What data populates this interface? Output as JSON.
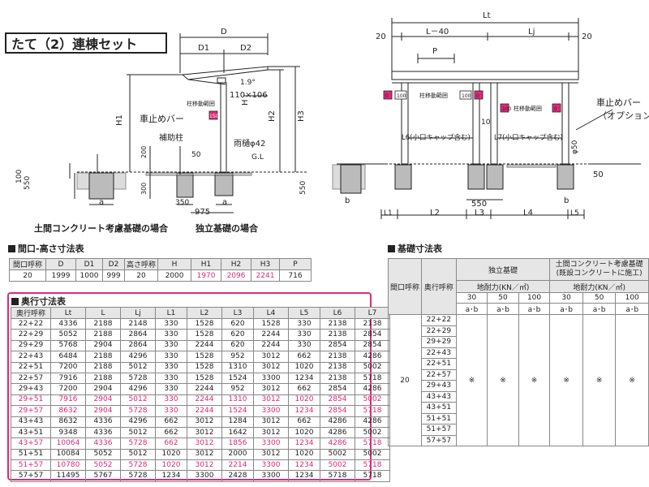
{
  "title": "たて（2）連棟セット",
  "captions": {
    "earth_floor": "土間コンクリート考慮基礎の場合",
    "independent": "独立基礎の場合"
  },
  "drawing_labels": {
    "d": "D",
    "d1": "D1",
    "d2": "D2",
    "h": "H",
    "h1": "H1",
    "h2": "H2",
    "h3": "H3",
    "lt": "Lt",
    "l40": "L－40",
    "lj": "Lj",
    "p": "P",
    "edge20": "20",
    "beam": "110×106",
    "angle": "1.9°",
    "stop_bar": "車止めバー",
    "stop_bar_opt": "車止めバー",
    "option": "（オプション）",
    "aux_post": "補助柱",
    "gutter": "雨樋φ42",
    "gl": "G.L",
    "l6": "L6(小口キャップ含む)",
    "l7": "L7(小口キャップ含む)",
    "phi50": "φ50",
    "v10": "10",
    "v50a": "50",
    "v50b": "50",
    "v200": "200",
    "v100": "100",
    "v300": "300",
    "v550a": "550",
    "v550b": "550",
    "v350": "350",
    "v975": "975",
    "v550c": "550",
    "post_move": "柱移動範囲",
    "a": "a",
    "b": "b",
    "l1": "L1",
    "l2": "L2",
    "l3": "L3",
    "l4": "L4",
    "l5": "L5",
    "dim0": "0",
    "dim100": "100",
    "dim150": "150"
  },
  "height_table": {
    "section_title": "間口-高さ寸法表",
    "headers": [
      "間口呼称",
      "D",
      "D1",
      "D2",
      "高さ呼称",
      "H",
      "H1",
      "H2",
      "H3",
      "P"
    ],
    "row": [
      "20",
      "1999",
      "1000",
      "999",
      "20",
      "2000",
      "1970",
      "2096",
      "2241",
      "716"
    ],
    "magenta_cols": [
      6,
      7,
      8
    ]
  },
  "depth_table": {
    "section_title": "奥行寸法表",
    "headers": [
      "奥行呼称",
      "Lt",
      "L",
      "Lj",
      "L1",
      "L2",
      "L3",
      "L4",
      "L5",
      "L6",
      "L7"
    ],
    "rows": [
      {
        "magenta": false,
        "cells": [
          "22+22",
          "4336",
          "2188",
          "2148",
          "330",
          "1528",
          "620",
          "1528",
          "330",
          "2138",
          "2138"
        ]
      },
      {
        "magenta": false,
        "cells": [
          "22+29",
          "5052",
          "2188",
          "2864",
          "330",
          "1528",
          "620",
          "2244",
          "330",
          "2138",
          "2854"
        ]
      },
      {
        "magenta": false,
        "cells": [
          "29+29",
          "5768",
          "2904",
          "2864",
          "330",
          "2244",
          "620",
          "2244",
          "330",
          "2854",
          "2854"
        ]
      },
      {
        "magenta": false,
        "cells": [
          "22+43",
          "6484",
          "2188",
          "4296",
          "330",
          "1528",
          "952",
          "3012",
          "662",
          "2138",
          "4286"
        ]
      },
      {
        "magenta": false,
        "cells": [
          "22+51",
          "7200",
          "2188",
          "5012",
          "330",
          "1528",
          "1310",
          "3012",
          "1020",
          "2138",
          "5002"
        ]
      },
      {
        "magenta": false,
        "cells": [
          "22+57",
          "7916",
          "2188",
          "5728",
          "330",
          "1528",
          "1524",
          "3300",
          "1234",
          "2138",
          "5718"
        ]
      },
      {
        "magenta": false,
        "cells": [
          "29+43",
          "7200",
          "2904",
          "4296",
          "330",
          "2244",
          "952",
          "3012",
          "662",
          "2854",
          "4286"
        ]
      },
      {
        "magenta": true,
        "cells": [
          "29+51",
          "7916",
          "2904",
          "5012",
          "330",
          "2244",
          "1310",
          "3012",
          "1020",
          "2854",
          "5002"
        ]
      },
      {
        "magenta": true,
        "cells": [
          "29+57",
          "8632",
          "2904",
          "5728",
          "330",
          "2244",
          "1524",
          "3300",
          "1234",
          "2854",
          "5718"
        ]
      },
      {
        "magenta": false,
        "cells": [
          "43+43",
          "8632",
          "4336",
          "4296",
          "662",
          "3012",
          "1284",
          "3012",
          "662",
          "4286",
          "4286"
        ]
      },
      {
        "magenta": false,
        "cells": [
          "43+51",
          "9348",
          "4336",
          "5012",
          "662",
          "3012",
          "1642",
          "3012",
          "1020",
          "4286",
          "5002"
        ]
      },
      {
        "magenta": true,
        "cells": [
          "43+57",
          "10064",
          "4336",
          "5728",
          "662",
          "3012",
          "1856",
          "3300",
          "1234",
          "4286",
          "5718"
        ]
      },
      {
        "magenta": false,
        "cells": [
          "51+51",
          "10084",
          "5052",
          "5012",
          "1020",
          "3012",
          "2000",
          "3012",
          "1020",
          "5002",
          "5002"
        ]
      },
      {
        "magenta": true,
        "cells": [
          "51+57",
          "10780",
          "5052",
          "5728",
          "1020",
          "3012",
          "2214",
          "3300",
          "1234",
          "5002",
          "5718"
        ]
      },
      {
        "magenta": false,
        "cells": [
          "57+57",
          "11495",
          "5767",
          "5728",
          "1234",
          "3300",
          "2428",
          "3300",
          "1234",
          "5718",
          "5718"
        ]
      }
    ]
  },
  "foundation_table": {
    "section_title": "基礎寸法表",
    "h_width": "間口呼称",
    "h_depth": "奥行呼称",
    "h_indep": "独立基礎",
    "h_earth1": "土間コンクリート考慮基礎",
    "h_earth2": "(既設コンクリートに施工)",
    "h_bearing": "地耐力(KN／㎡)",
    "bearing_values": [
      "30",
      "50",
      "100",
      "30",
      "50",
      "100"
    ],
    "ab_label": "a･b",
    "width_value": "20",
    "depth_values": [
      "22+22",
      "22+29",
      "29+29",
      "22+43",
      "22+51",
      "22+57",
      "29+43",
      "43+43",
      "43+51",
      "51+51",
      "51+57",
      "57+57"
    ],
    "mark": "※"
  },
  "colors": {
    "accent": "#e0287a",
    "line": "#222222",
    "header_bg": "#e6e6e6",
    "hatch": "#bbbbbb"
  }
}
